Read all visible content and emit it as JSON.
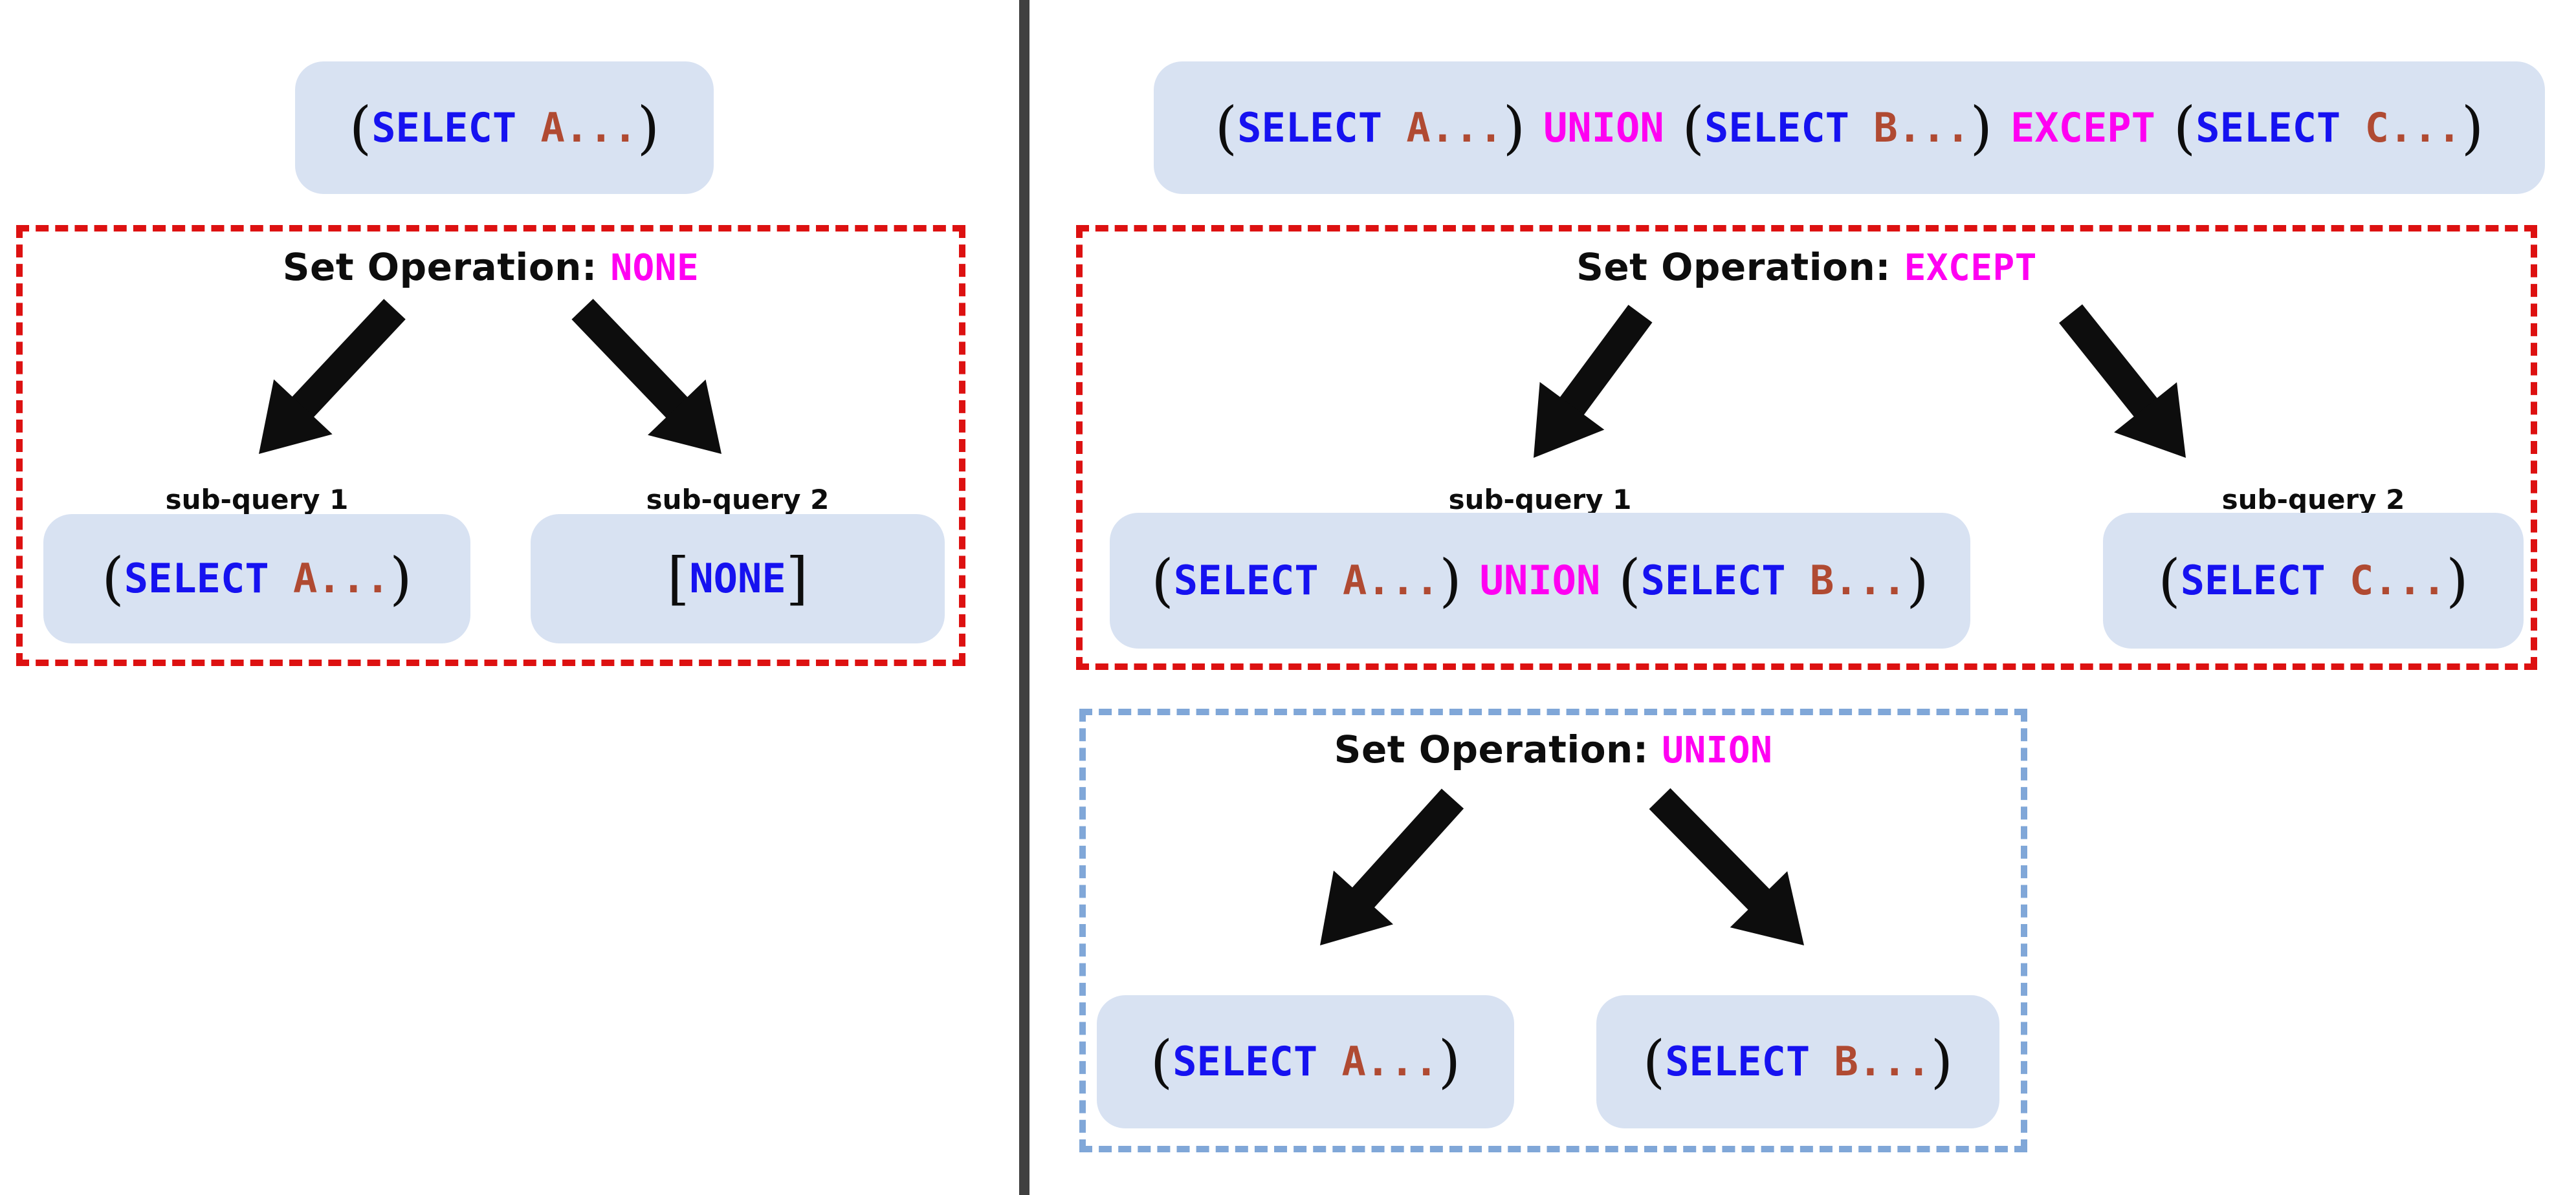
{
  "colors": {
    "blue": "#1612f0",
    "brown": "#b04a32",
    "magenta": "#ff00f2",
    "black": "#0d0d0d",
    "red_border": "#dd1111",
    "blue_border": "#80a7d8",
    "box_fill": "#d8e2f2",
    "divider": "#404040"
  },
  "left": {
    "query_box": {
      "segments": [
        {
          "t": "(",
          "c": "black",
          "p": true
        },
        {
          "t": "SELECT ",
          "c": "blue"
        },
        {
          "t": "A...",
          "c": "brown"
        },
        {
          "t": ")",
          "c": "black",
          "p": true
        }
      ]
    },
    "none_group": {
      "title_label": "Set Operation: ",
      "title_value": "NONE",
      "sub1_label": "sub-query 1",
      "sub2_label": "sub-query 2",
      "sub1_box": {
        "segments": [
          {
            "t": "(",
            "c": "black",
            "p": true
          },
          {
            "t": "SELECT ",
            "c": "blue"
          },
          {
            "t": "A...",
            "c": "brown"
          },
          {
            "t": ")",
            "c": "black",
            "p": true
          }
        ]
      },
      "sub2_box": {
        "segments": [
          {
            "t": "[",
            "c": "black",
            "p": true
          },
          {
            "t": "NONE",
            "c": "blue"
          },
          {
            "t": "]",
            "c": "black",
            "p": true
          }
        ]
      }
    }
  },
  "right": {
    "query_box": {
      "segments": [
        {
          "t": "(",
          "c": "black",
          "p": true
        },
        {
          "t": "SELECT ",
          "c": "blue"
        },
        {
          "t": "A...",
          "c": "brown"
        },
        {
          "t": ") ",
          "c": "black",
          "p": true
        },
        {
          "t": "UNION",
          "c": "magenta"
        },
        {
          "t": " (",
          "c": "black",
          "p": true
        },
        {
          "t": "SELECT ",
          "c": "blue"
        },
        {
          "t": "B...",
          "c": "brown"
        },
        {
          "t": ") ",
          "c": "black",
          "p": true
        },
        {
          "t": "EXCEPT",
          "c": "magenta"
        },
        {
          "t": " (",
          "c": "black",
          "p": true
        },
        {
          "t": "SELECT ",
          "c": "blue"
        },
        {
          "t": "C...",
          "c": "brown"
        },
        {
          "t": ")",
          "c": "black",
          "p": true
        }
      ]
    },
    "except_group": {
      "title_label": "Set Operation: ",
      "title_value": "EXCEPT",
      "sub1_label": "sub-query 1",
      "sub2_label": "sub-query 2",
      "sub1_box": {
        "segments": [
          {
            "t": "(",
            "c": "black",
            "p": true
          },
          {
            "t": "SELECT ",
            "c": "blue"
          },
          {
            "t": "A...",
            "c": "brown"
          },
          {
            "t": ") ",
            "c": "black",
            "p": true
          },
          {
            "t": "UNION",
            "c": "magenta"
          },
          {
            "t": " (",
            "c": "black",
            "p": true
          },
          {
            "t": "SELECT ",
            "c": "blue"
          },
          {
            "t": "B...",
            "c": "brown"
          },
          {
            "t": ")",
            "c": "black",
            "p": true
          }
        ]
      },
      "sub2_box": {
        "segments": [
          {
            "t": "(",
            "c": "black",
            "p": true
          },
          {
            "t": "SELECT ",
            "c": "blue"
          },
          {
            "t": "C...",
            "c": "brown"
          },
          {
            "t": ")",
            "c": "black",
            "p": true
          }
        ]
      }
    },
    "union_group": {
      "title_label": "Set Operation: ",
      "title_value": "UNION",
      "boxA": {
        "segments": [
          {
            "t": "(",
            "c": "black",
            "p": true
          },
          {
            "t": "SELECT ",
            "c": "blue"
          },
          {
            "t": "A...",
            "c": "brown"
          },
          {
            "t": ")",
            "c": "black",
            "p": true
          }
        ]
      },
      "boxB": {
        "segments": [
          {
            "t": "(",
            "c": "black",
            "p": true
          },
          {
            "t": "SELECT ",
            "c": "blue"
          },
          {
            "t": "B...",
            "c": "brown"
          },
          {
            "t": ")",
            "c": "black",
            "p": true
          }
        ]
      }
    }
  }
}
